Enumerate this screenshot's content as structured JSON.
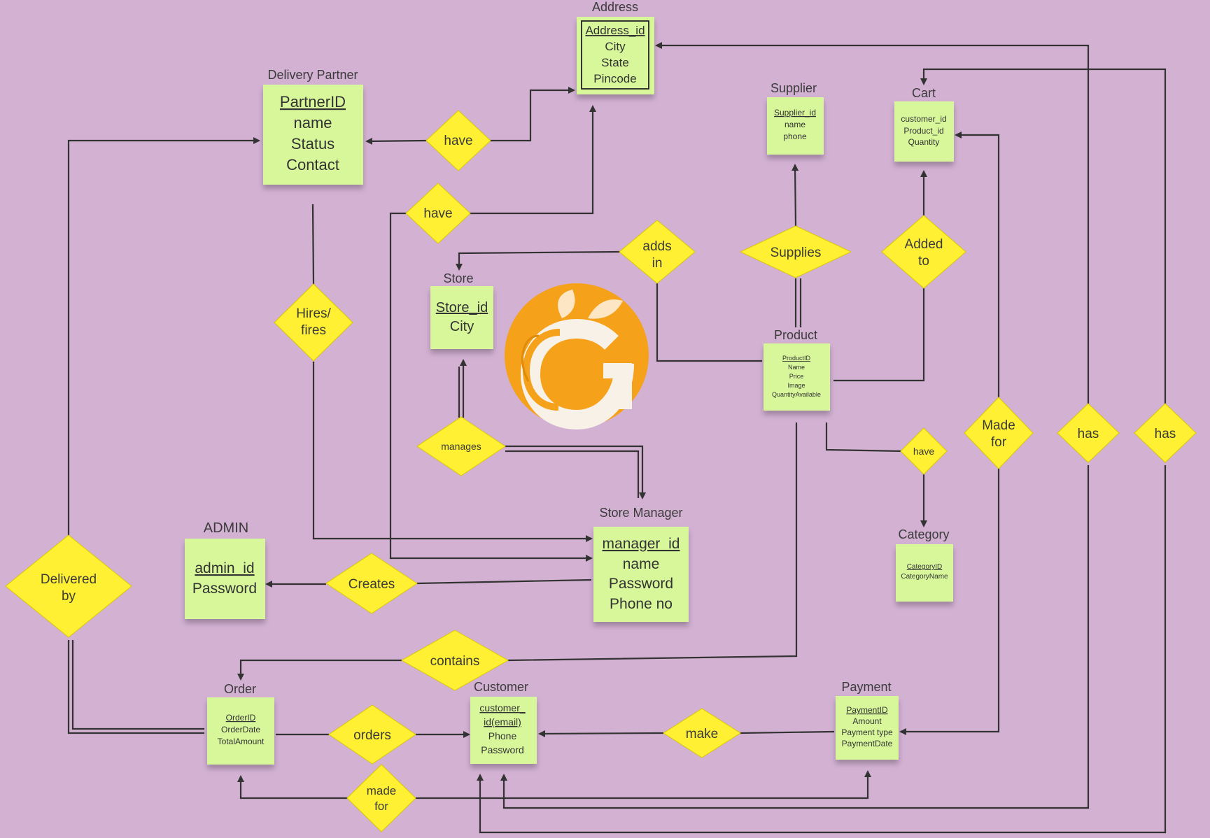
{
  "entities": {
    "address": {
      "title": "Address",
      "attrs": [
        "Address_id",
        "City",
        "State",
        "Pincode"
      ]
    },
    "delivery_partner": {
      "title": "Delivery Partner",
      "attrs": [
        "PartnerID",
        "name",
        "Status",
        "Contact"
      ]
    },
    "supplier": {
      "title": "Supplier",
      "attrs": [
        "Supplier_id",
        "name",
        "phone"
      ]
    },
    "cart": {
      "title": "Cart",
      "attrs": [
        "customer_id",
        "Product_id",
        "Quantity"
      ]
    },
    "store": {
      "title": "Store",
      "attrs": [
        "Store_id",
        "City"
      ]
    },
    "product": {
      "title": "Product",
      "attrs": [
        "ProductID",
        "Name",
        "Price",
        "Image",
        "QuantityAvailable"
      ]
    },
    "store_manager": {
      "title": "Store Manager",
      "attrs": [
        "manager_id",
        "name",
        "Password",
        "Phone no"
      ]
    },
    "admin": {
      "title": "ADMIN",
      "attrs": [
        "admin_id",
        "Password"
      ]
    },
    "category": {
      "title": "Category",
      "attrs": [
        "CategoryID",
        "CategoryName"
      ]
    },
    "order": {
      "title": "Order",
      "attrs": [
        "OrderID",
        "OrderDate",
        "TotalAmount"
      ]
    },
    "customer": {
      "title": "Customer",
      "attrs": [
        "customer_",
        "id(email)",
        "Phone",
        "Password"
      ]
    },
    "payment": {
      "title": "Payment",
      "attrs": [
        "PaymentID",
        "Amount",
        "Payment type",
        "PaymentDate"
      ]
    }
  },
  "relationships": {
    "have_partner_address": [
      "have"
    ],
    "have_manager_address": [
      "have"
    ],
    "adds_in": [
      "adds",
      "in"
    ],
    "supplies": [
      "Supplies"
    ],
    "added_to": [
      "Added",
      "to"
    ],
    "hires_fires": [
      "Hires/",
      "fires"
    ],
    "manages": [
      "manages"
    ],
    "have_category": [
      "have"
    ],
    "made_for_cart": [
      "Made",
      "for"
    ],
    "has_address": [
      "has"
    ],
    "has_cart": [
      "has"
    ],
    "delivered_by": [
      "Delivered",
      "by"
    ],
    "creates": [
      "Creates"
    ],
    "contains": [
      "contains"
    ],
    "orders": [
      "orders"
    ],
    "make": [
      "make"
    ],
    "made_for_payment": [
      "made",
      "for"
    ]
  },
  "logo": {
    "name": "grocery-logo-icon",
    "color": "#f5a11a"
  },
  "colors": {
    "background": "#d3b1d3",
    "entity": "#d7f79a",
    "relationship": "#fff033",
    "line": "#333333"
  }
}
